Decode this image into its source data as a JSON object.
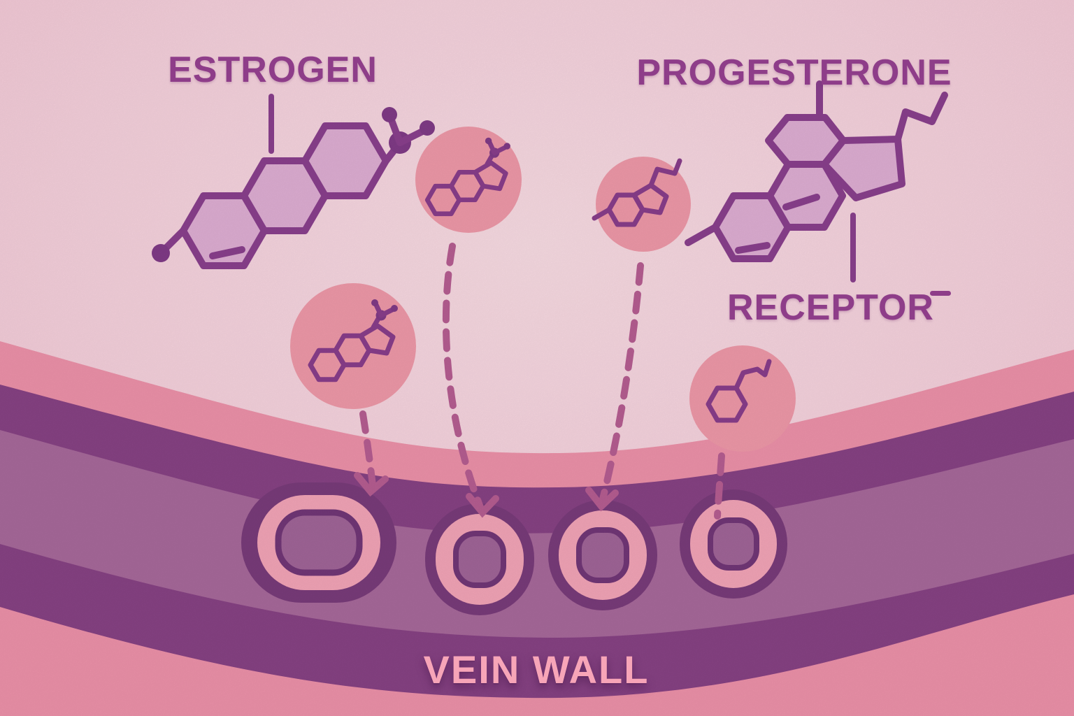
{
  "diagram": {
    "labels": {
      "estrogen": "ESTROGEN",
      "progesterone": "PROGESTERONE",
      "receptor": "RECEPTOR",
      "vein_wall": "VEIN WALL"
    },
    "palette": {
      "background_pink": "#fad4e0",
      "background_highlight": "#fde0e8",
      "hormone_circle_pink": "#f49cac",
      "band_pink": "#f295ad",
      "wall_purple": "#8a4487",
      "socket_purple": "#7c3d7d",
      "vein_interior_mauve": "#ab6b9e",
      "receptor_ring_pink": "#f8a8bb",
      "receptor_core_mauve": "#a4679b",
      "receptor_core_outline": "#74387a",
      "molecule_outline_purple": "#8d4190",
      "molecule_fill_lilac": "#e3b2d8",
      "molecule_ball_purple": "#833c8a",
      "label_purple": "#8e3d89",
      "arrow_rose": "#ba6095",
      "vein_wall_text_pink": "#f7a5b8"
    },
    "elements": {
      "hormone_circles": 4,
      "receptors": 4,
      "dashed_arrows": 4
    }
  }
}
